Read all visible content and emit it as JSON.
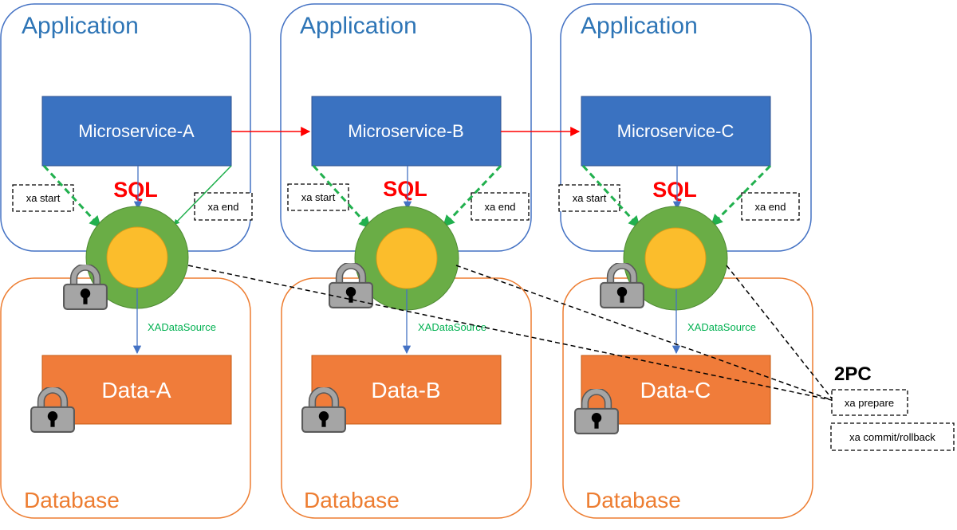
{
  "columns": [
    {
      "application_label": "Application",
      "service_label": "Microservice-A",
      "sql_label": "SQL",
      "xa_start_label": "xa start",
      "xa_end_label": "xa end",
      "datasource_label": "XADataSource",
      "data_label": "Data-A",
      "database_label": "Database"
    },
    {
      "application_label": "Application",
      "service_label": "Microservice-B",
      "sql_label": "SQL",
      "xa_start_label": "xa start",
      "xa_end_label": "xa end",
      "datasource_label": "XADataSource",
      "data_label": "Data-B",
      "database_label": "Database"
    },
    {
      "application_label": "Application",
      "service_label": "Microservice-C",
      "sql_label": "SQL",
      "xa_start_label": "xa start",
      "xa_end_label": "xa end",
      "datasource_label": "XADataSource",
      "data_label": "Data-C",
      "database_label": "Database"
    }
  ],
  "two_phase_commit": {
    "title": "2PC",
    "prepare_label": "xa prepare",
    "commit_label": "xa commit/rollback"
  },
  "colors": {
    "application_border": "#4472c4",
    "application_text": "#2e75b6",
    "database_border": "#ed7d31",
    "service_fill": "#3a72c1",
    "data_fill": "#f07c3a",
    "datasource_ring": "#6aad46",
    "datasource_core": "#fbbd2c",
    "service_call_arrow": "#ff0000",
    "xa_arrow": "#21b04e",
    "sql_arrow": "#4472c4",
    "lock": "#a5a5a5"
  },
  "icons": [
    "lock-icon"
  ]
}
